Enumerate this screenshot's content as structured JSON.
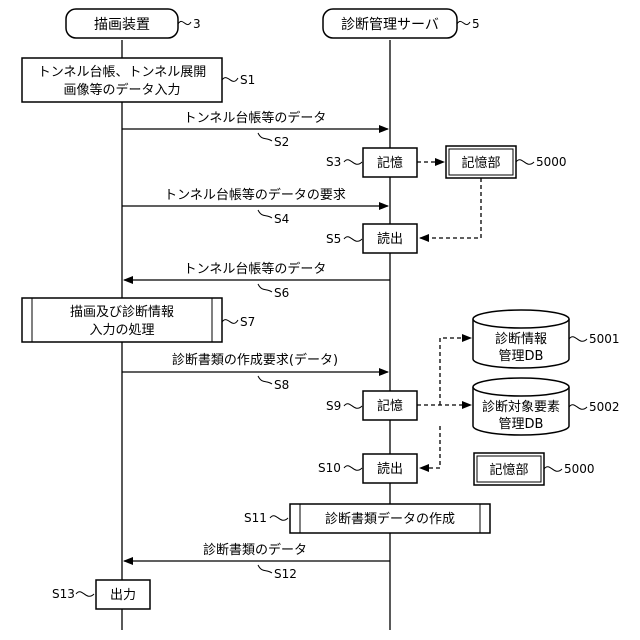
{
  "actors": {
    "drawing_device": {
      "label": "描画装置",
      "ref": "3"
    },
    "diagnosis_server": {
      "label": "診断管理サーバ",
      "ref": "5"
    }
  },
  "steps": {
    "s1": {
      "id": "S1",
      "line1": "トンネル台帳、トンネル展開",
      "line2": "画像等のデータ入力"
    },
    "s2": {
      "id": "S2",
      "label": "トンネル台帳等のデータ"
    },
    "s3": {
      "id": "S3",
      "label": "記憶"
    },
    "s4": {
      "id": "S4",
      "label": "トンネル台帳等のデータの要求"
    },
    "s5": {
      "id": "S5",
      "label": "読出"
    },
    "s6": {
      "id": "S6",
      "label": "トンネル台帳等のデータ"
    },
    "s7": {
      "id": "S7",
      "line1": "描画及び診断情報",
      "line2": "入力の処理"
    },
    "s8": {
      "id": "S8",
      "label": "診断書類の作成要求(データ)"
    },
    "s9": {
      "id": "S9",
      "label": "記憶"
    },
    "s10": {
      "id": "S10",
      "label": "読出"
    },
    "s11": {
      "id": "S11",
      "label": "診断書類データの作成"
    },
    "s12": {
      "id": "S12",
      "label": "診断書類のデータ"
    },
    "s13": {
      "id": "S13",
      "label": "出力"
    }
  },
  "storage": {
    "store_top": {
      "label": "記憶部",
      "ref": "5000"
    },
    "db_info": {
      "line1": "診断情報",
      "line2": "管理DB",
      "ref": "5001"
    },
    "db_target": {
      "line1": "診断対象要素",
      "line2": "管理DB",
      "ref": "5002"
    },
    "store_bottom": {
      "label": "記憶部",
      "ref": "5000"
    }
  }
}
